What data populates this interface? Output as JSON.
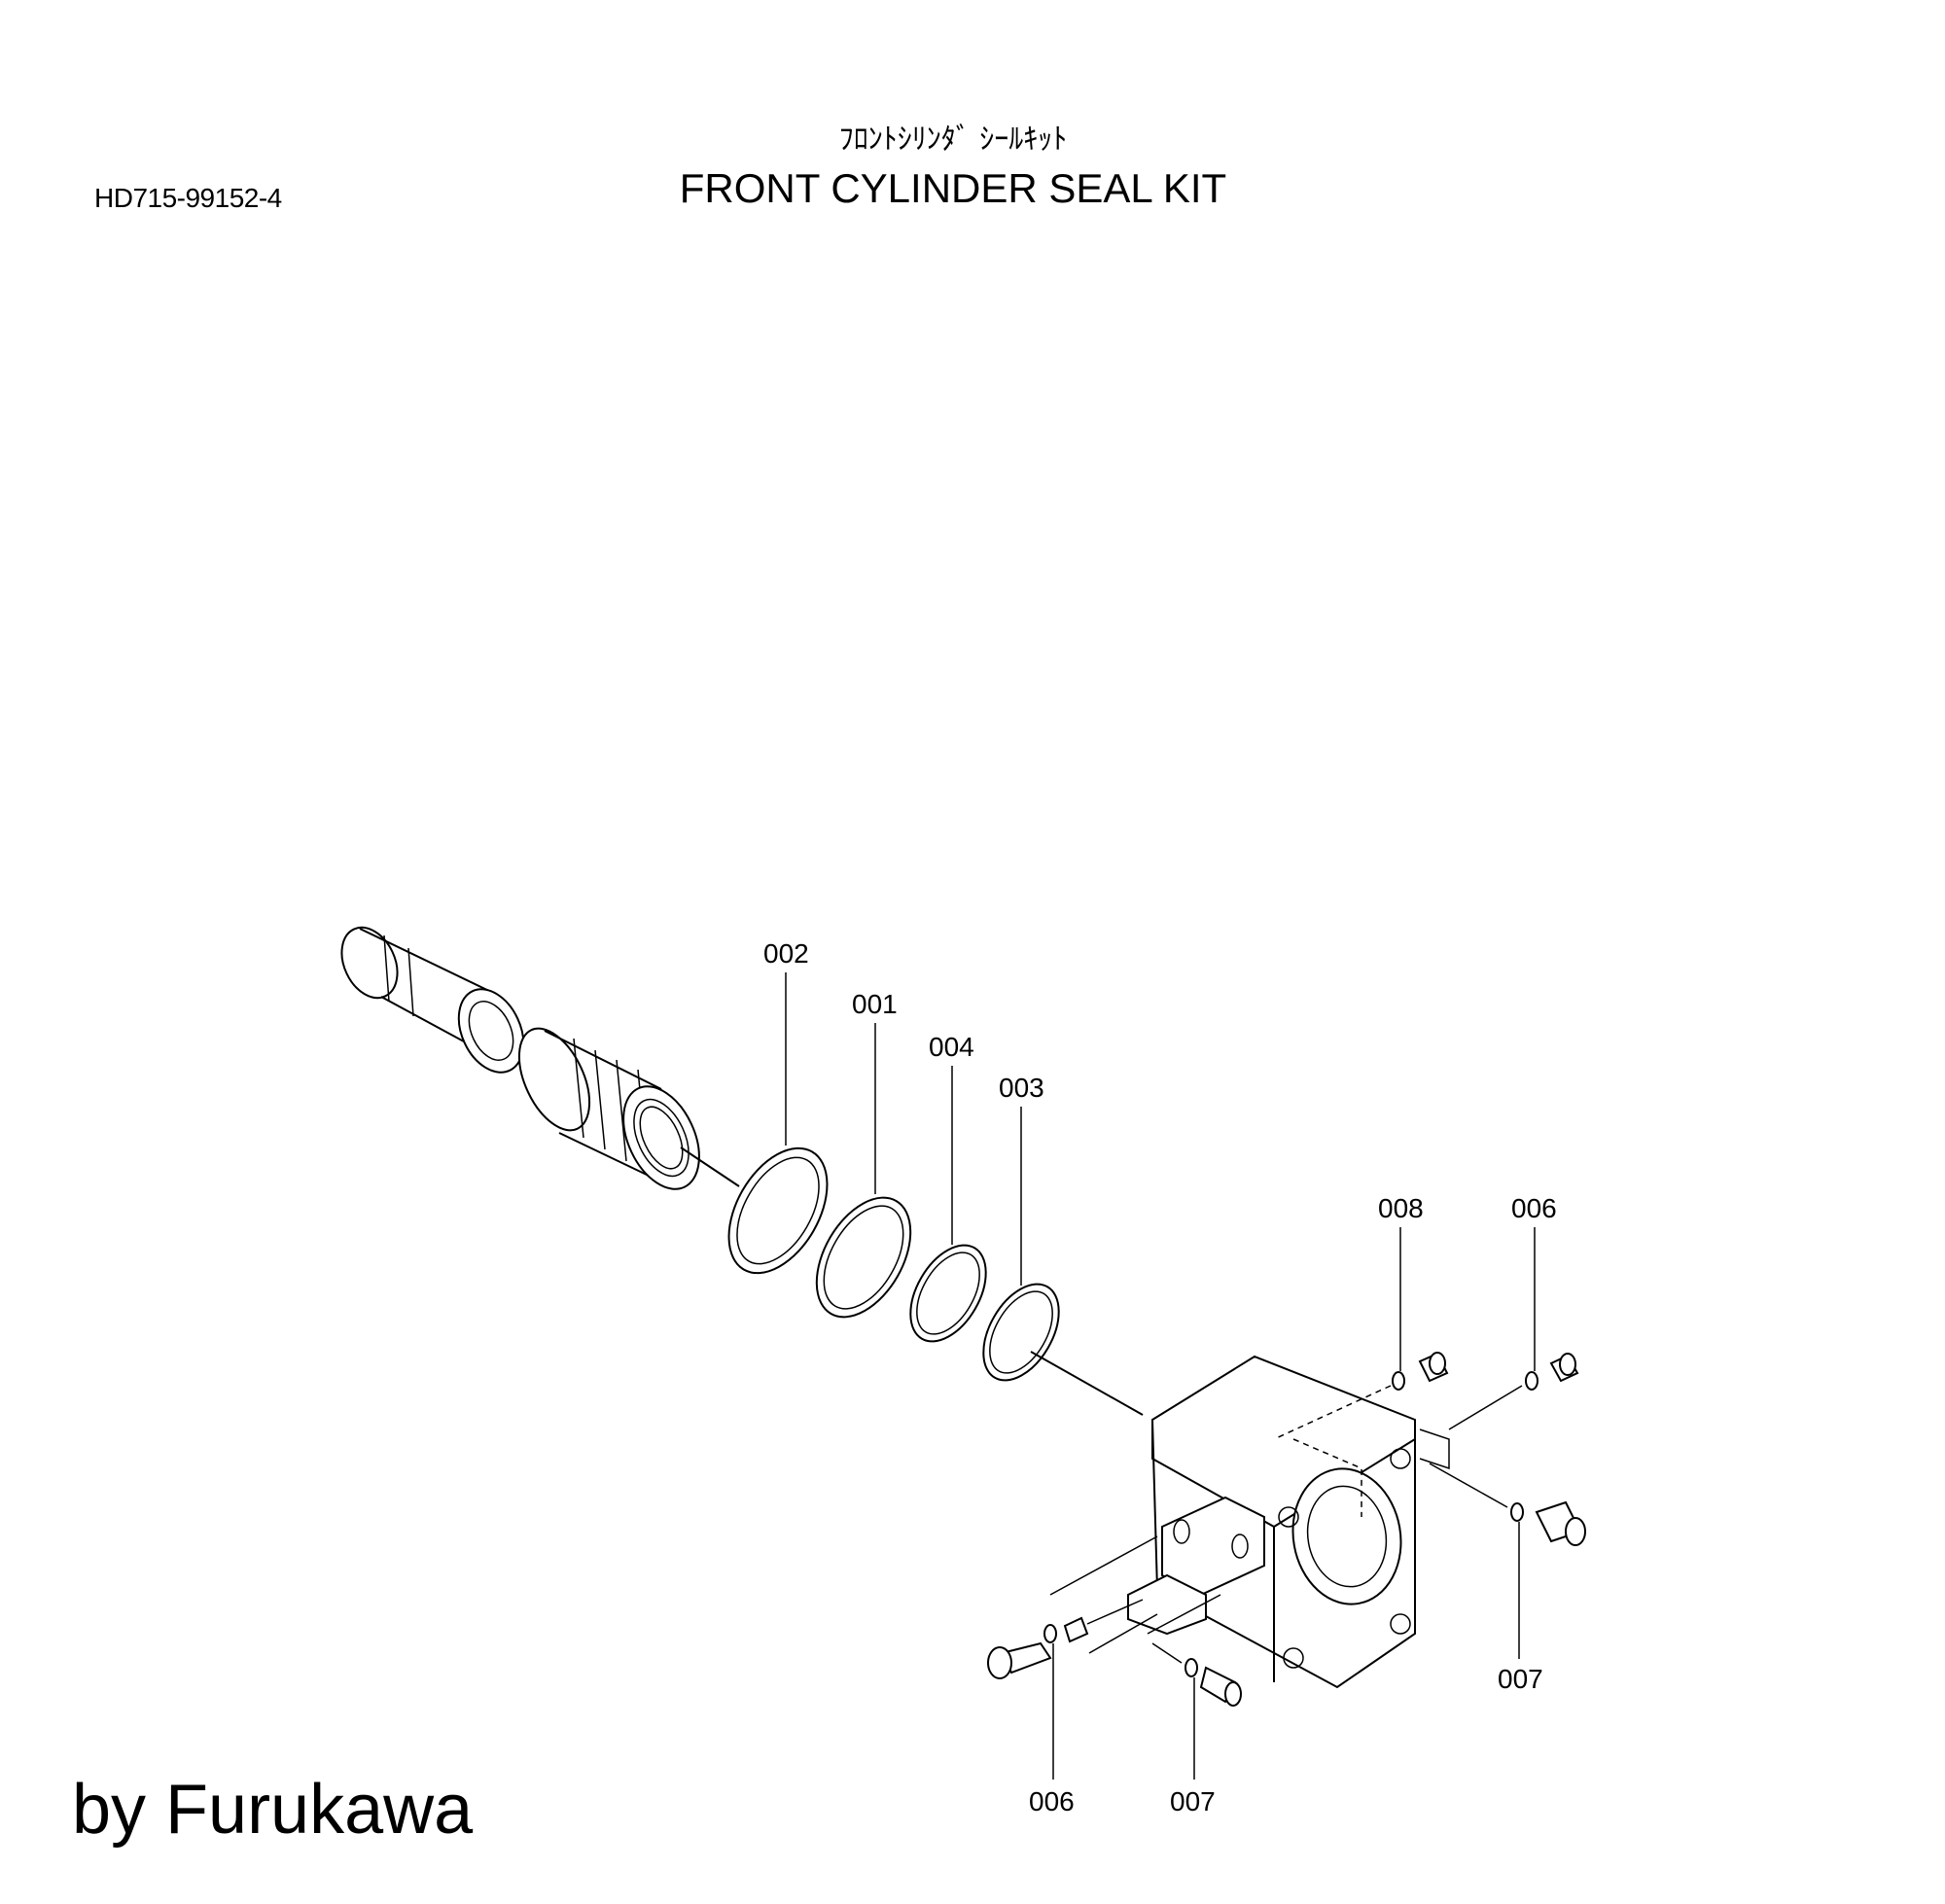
{
  "header": {
    "title_jp": "ﾌﾛﾝﾄｼﾘﾝﾀﾞ ｼｰﾙｷｯﾄ",
    "title_en": "FRONT CYLINDER SEAL KIT",
    "page_code": "HD715-99152-4"
  },
  "callouts": {
    "c002": "002",
    "c001": "001",
    "c004": "004",
    "c003": "003",
    "c008": "008",
    "c006_top": "006",
    "c007_right": "007",
    "c006_bottom": "006",
    "c007_bottom": "007"
  },
  "footer": {
    "credit": "by Furukawa"
  }
}
